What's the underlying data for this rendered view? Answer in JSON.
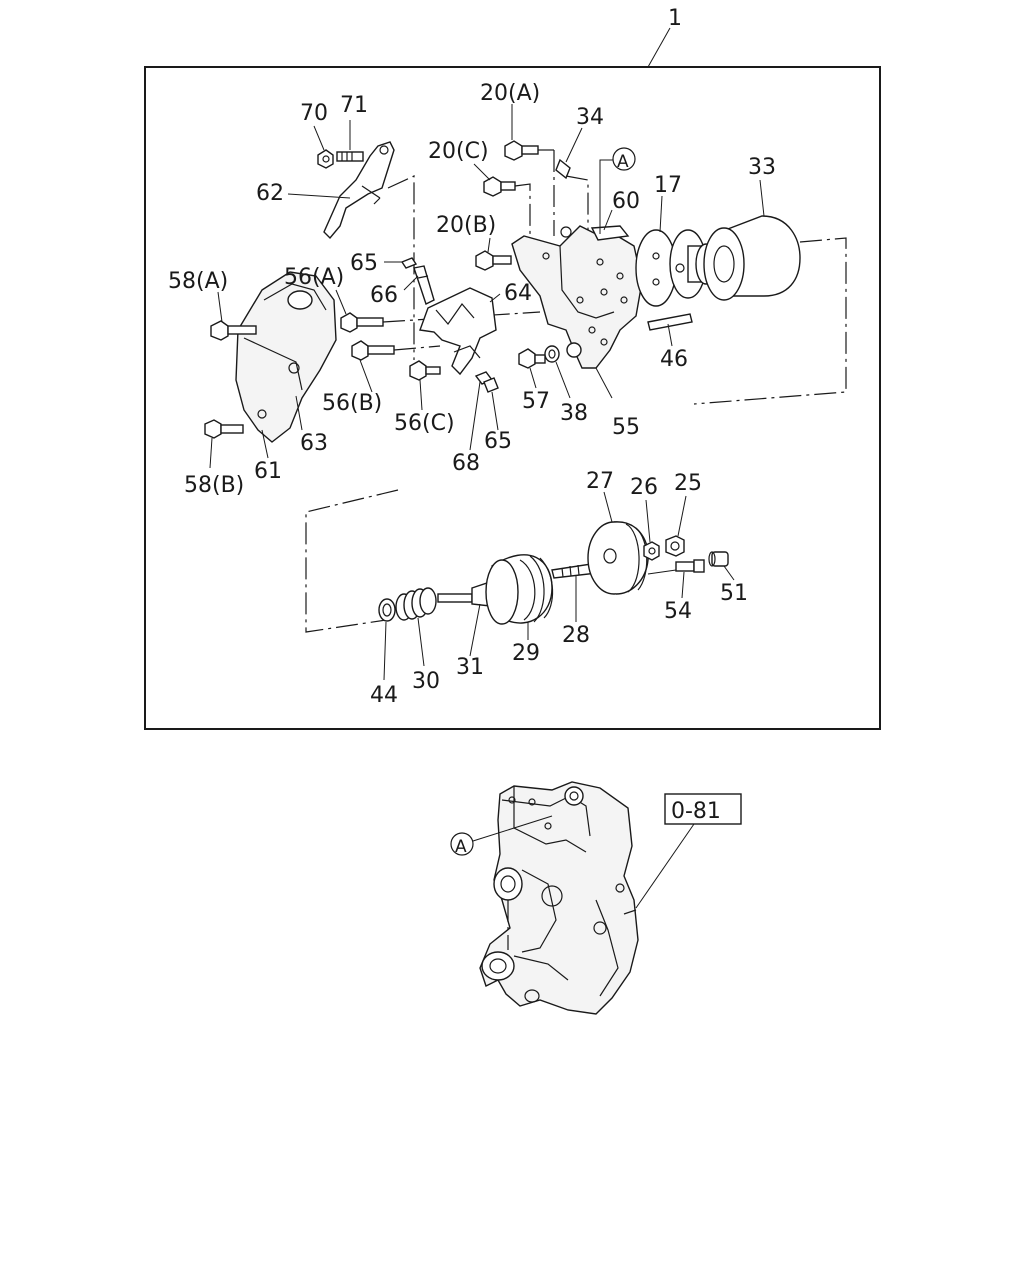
{
  "diagram": {
    "assembly_callout": "1",
    "reference_box": "0-81",
    "marker": "A",
    "callouts": {
      "p70": "70",
      "p71": "71",
      "p62": "62",
      "p20a": "20(A)",
      "p20c": "20(C)",
      "p20b": "20(B)",
      "p34": "34",
      "p60": "60",
      "p17": "17",
      "p33": "33",
      "p58a": "58(A)",
      "p56a": "56(A)",
      "p65a": "65",
      "p66": "66",
      "p64": "64",
      "p56b": "56(B)",
      "p56c": "56(C)",
      "p63": "63",
      "p61": "61",
      "p58b": "58(B)",
      "p68": "68",
      "p65b": "65",
      "p57": "57",
      "p38": "38",
      "p55": "55",
      "p46": "46",
      "p27": "27",
      "p26": "26",
      "p25": "25",
      "p51": "51",
      "p54": "54",
      "p28": "28",
      "p29": "29",
      "p31": "31",
      "p30": "30",
      "p44": "44"
    }
  }
}
